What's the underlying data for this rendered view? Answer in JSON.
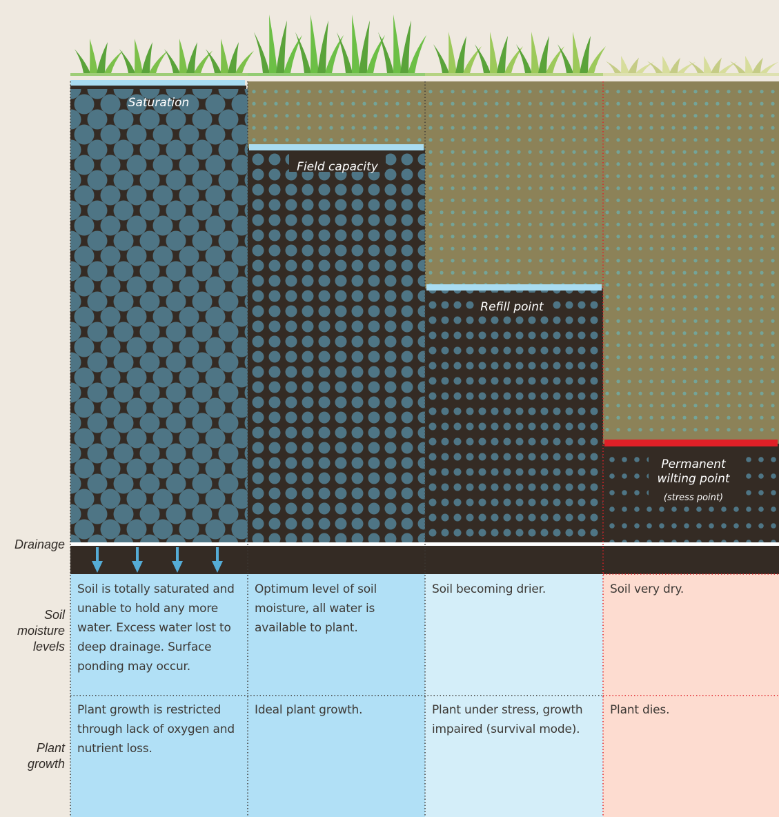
{
  "row_labels": {
    "drainage": "Drainage",
    "soil_moisture": [
      "Soil",
      "moisture",
      "levels"
    ],
    "plant_growth": [
      "Plant",
      "growth"
    ]
  },
  "columns": [
    {
      "level_label": "Saturation",
      "soil_moisture": "Soil is totally saturated and unable to hold any more water. Excess water lost to deep drainage. Surface ponding may occur.",
      "plant_growth": "Plant growth is restricted through lack of oxygen and nutrient loss.",
      "line_color": "#a9dcf1",
      "cell_color": "#b1e0f6",
      "plant_color": "#7cc04a"
    },
    {
      "level_label": "Field capacity",
      "soil_moisture": "Optimum level of soil moisture, all water is available to plant.",
      "plant_growth": "Ideal plant growth.",
      "line_color": "#a9dcf1",
      "cell_color": "#b1e0f6",
      "plant_color": "#6cbf46"
    },
    {
      "level_label": "Refill point",
      "soil_moisture": "Soil becoming drier.",
      "plant_growth": "Plant under stress, growth impaired (survival mode).",
      "line_color": "#a9dcf1",
      "cell_color": "#d4eef9",
      "plant_color": "#9cc95a"
    },
    {
      "level_label": [
        "Permanent",
        "wilting point",
        "(stress point)"
      ],
      "soil_moisture": "Soil very dry.",
      "plant_growth": "Plant dies.",
      "line_color": "#e02027",
      "cell_color": "#fddcd0",
      "plant_color": "#d7dd9c"
    }
  ],
  "colors": {
    "background": "#efe9e0",
    "soil_dark": "#342b24",
    "soil_dry": "#8c8258",
    "water_dot": "#4e7585",
    "dry_dot": "#74a498",
    "drain_arrow": "#55acd6"
  },
  "icons": [
    "grass-icon",
    "drainage-arrow-icon"
  ]
}
